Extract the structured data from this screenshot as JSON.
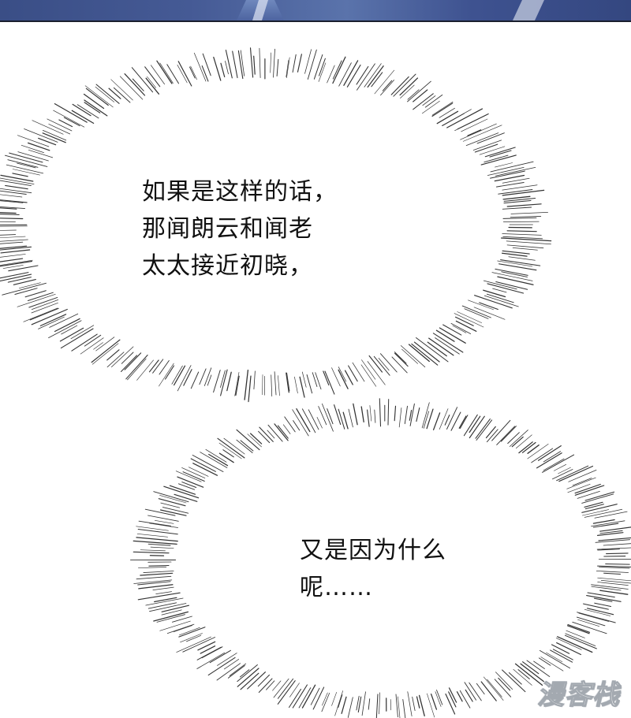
{
  "bubbles": [
    {
      "lines": [
        "如果是这样的话，",
        "那闻朗云和闻老",
        "太太接近初晓，"
      ]
    },
    {
      "lines": [
        "又是因为什么",
        "呢……"
      ]
    }
  ],
  "watermark": "漫客栈",
  "colors": {
    "panel": "#3f5390",
    "ink": "#111111",
    "burst": "#333333"
  }
}
